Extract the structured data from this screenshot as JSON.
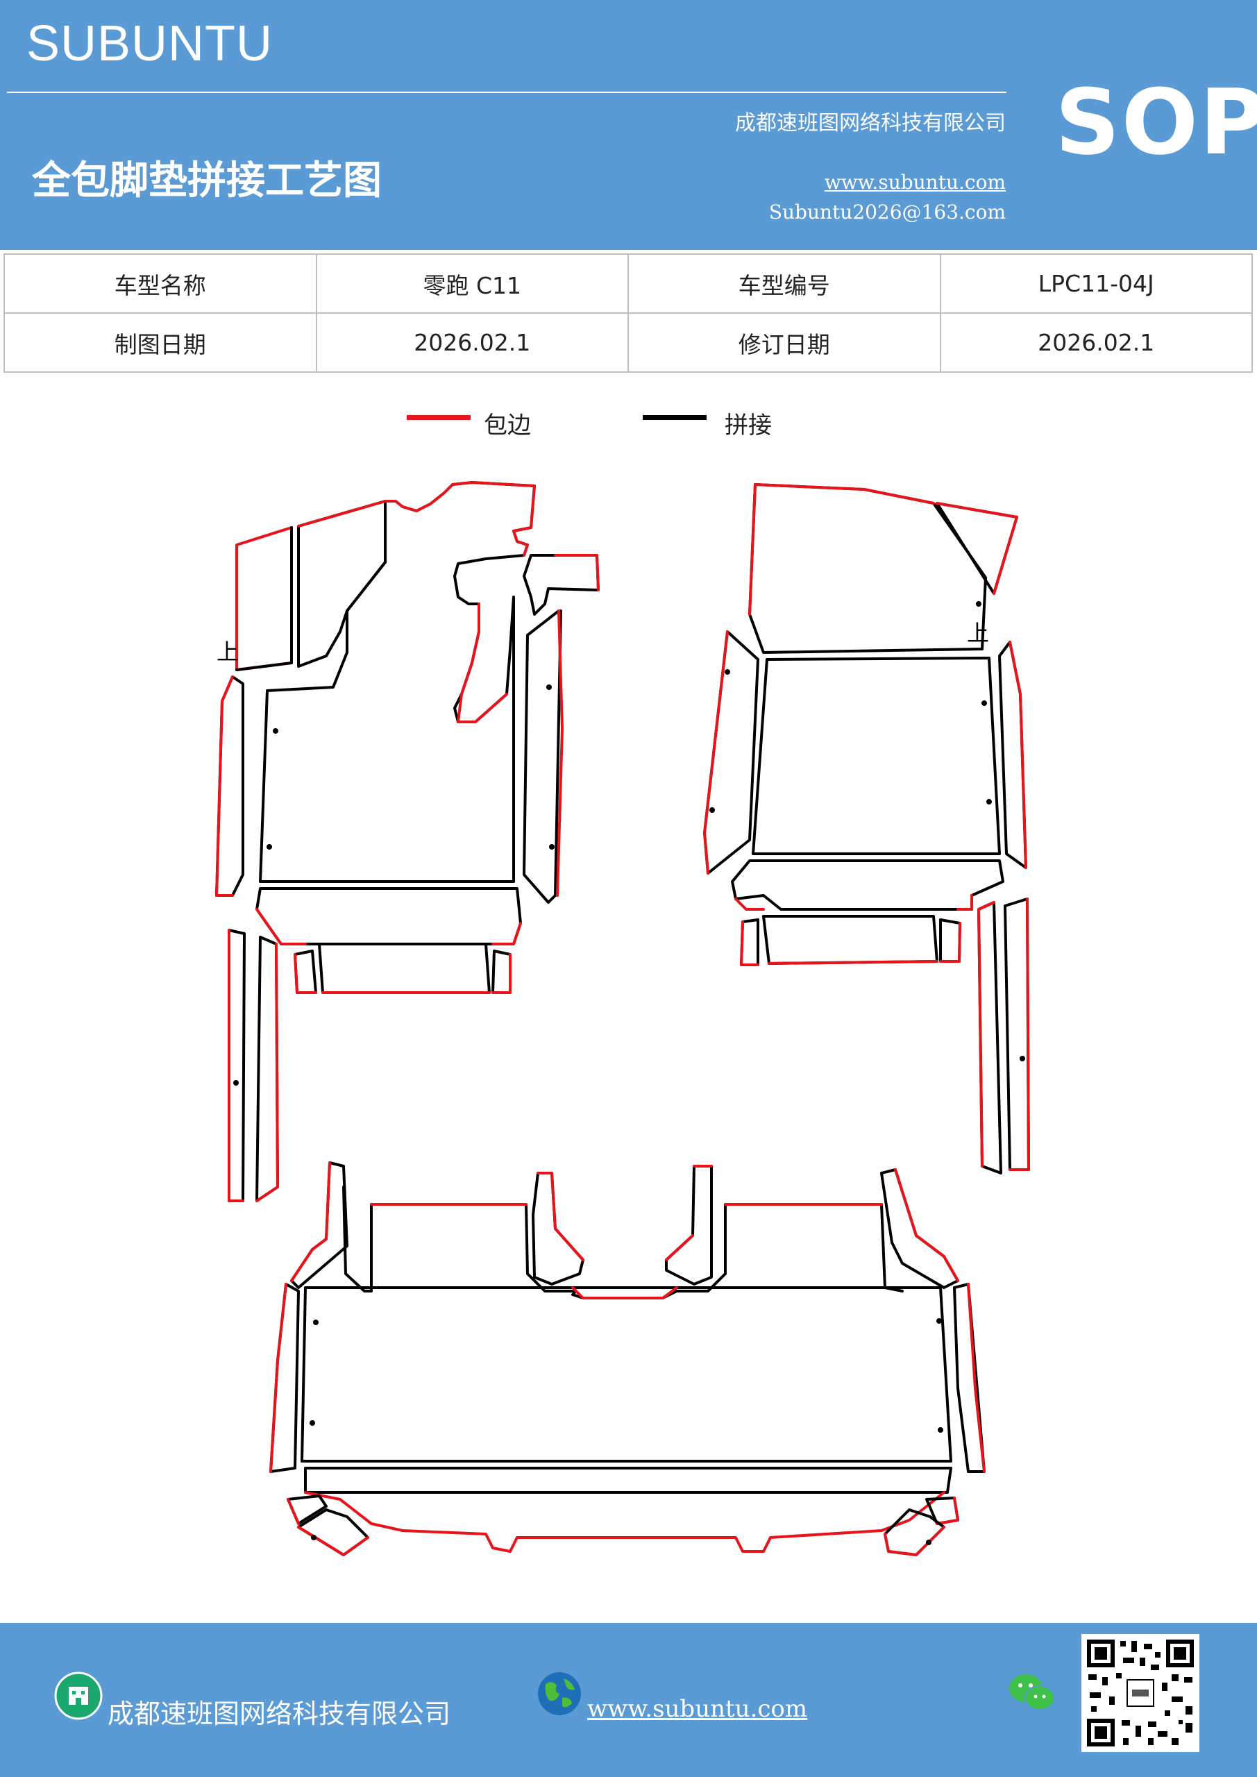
{
  "header": {
    "brand": "SUBUNTU",
    "company": "成都速班图网络科技有限公司",
    "title": "全包脚垫拼接工艺图",
    "website": "www.subuntu.com",
    "email": "Subuntu2026@163.com",
    "badge": "SOP",
    "background_color": "#5b9bd5"
  },
  "info_table": {
    "rows": [
      [
        "车型名称",
        "零跑 C11",
        "车型编号",
        "LPC11-04J"
      ],
      [
        "制图日期",
        "2026.02.1",
        "修订日期",
        "2026.02.1"
      ]
    ]
  },
  "legend": {
    "items": [
      {
        "label": "包边",
        "color": "#e8141c"
      },
      {
        "label": "拼接",
        "color": "#000000"
      }
    ]
  },
  "diagram": {
    "marks": [
      "上",
      "上"
    ]
  },
  "footer": {
    "company": "成都速班图网络科技有限公司",
    "website": "www.subuntu.com",
    "icons": [
      "building-icon",
      "globe-icon",
      "wechat-icon",
      "qr-code"
    ]
  }
}
